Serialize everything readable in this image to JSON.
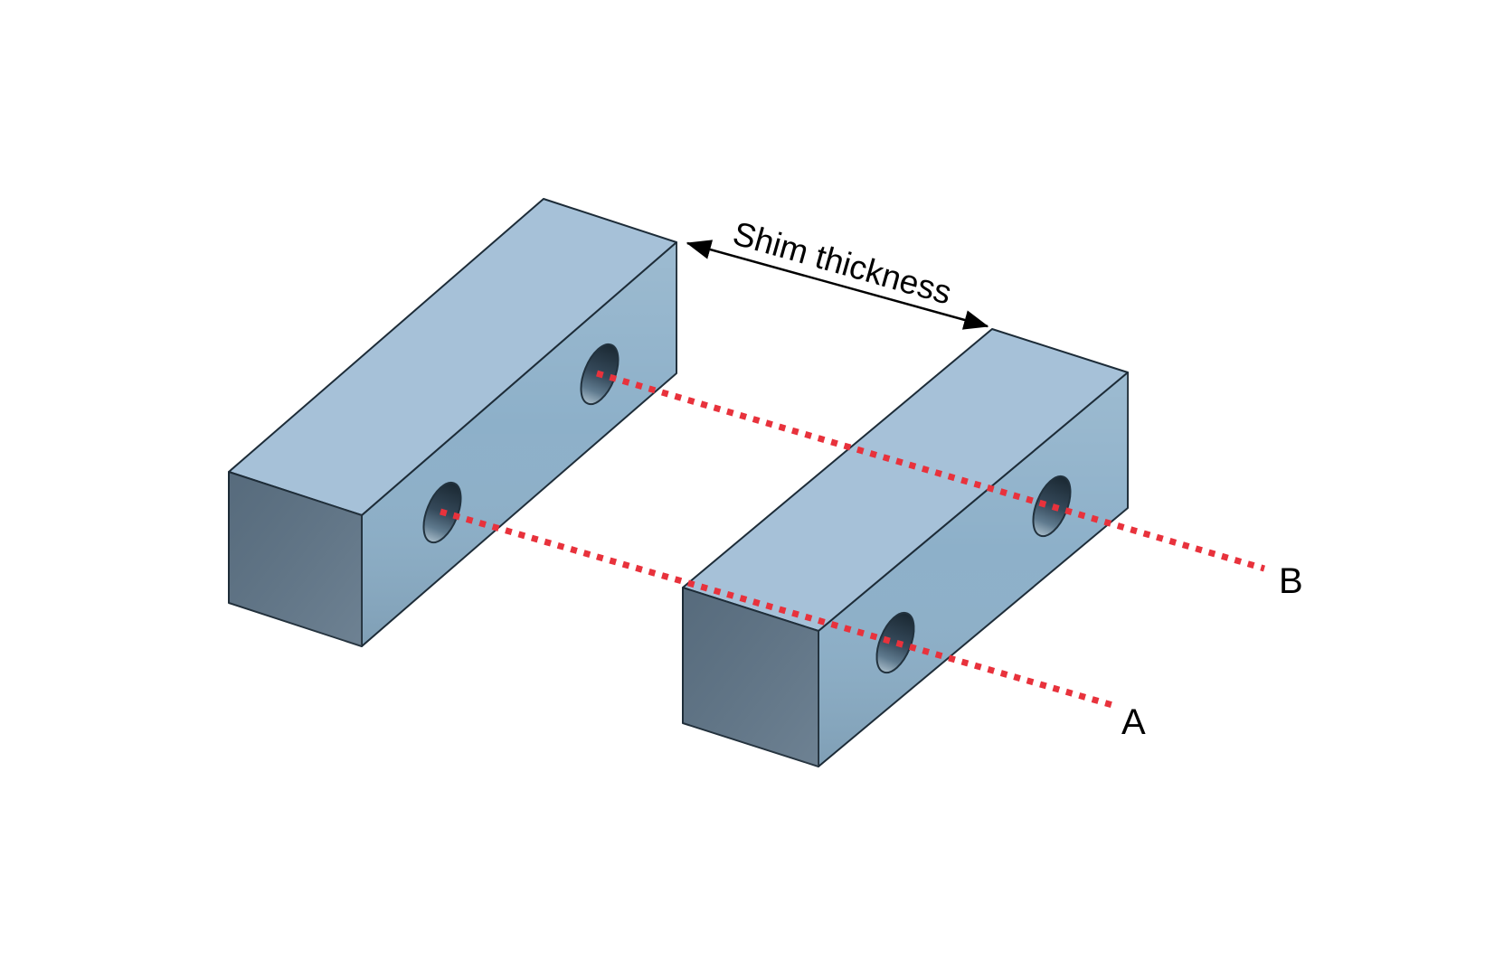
{
  "figure": {
    "background": "#ffffff",
    "labels": {
      "shim_thickness": "Shim thickness",
      "axis_a": "A",
      "axis_b": "B"
    },
    "colors": {
      "block_top_face": "#a6c1d8",
      "block_side_face": "#8db0c9",
      "block_end_face": "#5e7487",
      "edge_outline": "#1d2c38",
      "hole_outline": "#22323e",
      "centerline_red": "#e8323c",
      "dimension_arrow": "#000000",
      "label_text": "#000000"
    }
  }
}
